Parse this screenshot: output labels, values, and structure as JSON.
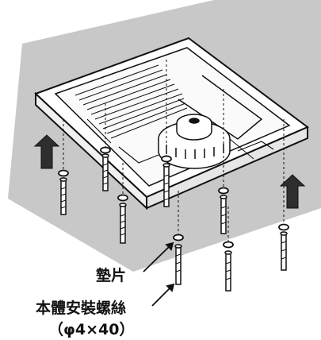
{
  "labels": {
    "washer": "墊片",
    "screw": "本體安裝螺絲",
    "screw_spec": "（φ4×40）"
  },
  "colors": {
    "ceiling": "#c8c8c8",
    "line": "#111111",
    "body": "#ffffff"
  },
  "icons": {
    "arrow": "up-arrow-icon",
    "screw": "screw-icon",
    "washer": "washer-icon",
    "fan": "fan-icon"
  }
}
